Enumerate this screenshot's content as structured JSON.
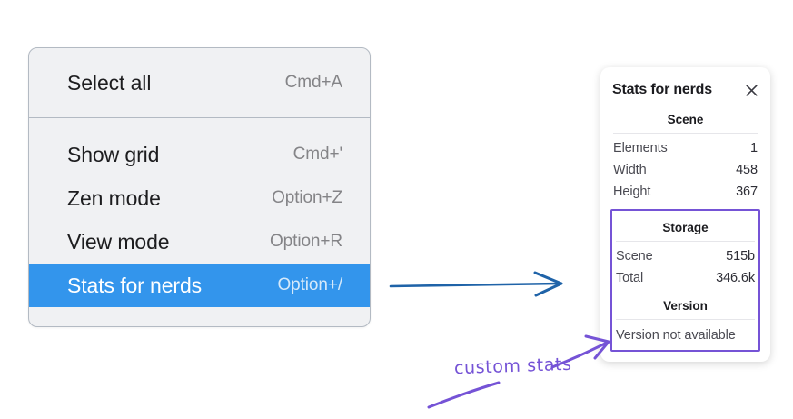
{
  "context_menu": {
    "name": "context-menu",
    "sections": [
      {
        "items": [
          {
            "label": "Select all",
            "shortcut": "Cmd+A",
            "selected": false
          }
        ]
      },
      {
        "items": [
          {
            "label": "Show grid",
            "shortcut": "Cmd+'",
            "selected": false
          },
          {
            "label": "Zen mode",
            "shortcut": "Option+Z",
            "selected": false
          },
          {
            "label": "View mode",
            "shortcut": "Option+R",
            "selected": false
          },
          {
            "label": "Stats for nerds",
            "shortcut": "Option+/",
            "selected": true
          }
        ]
      }
    ]
  },
  "stats_panel": {
    "title": "Stats for nerds",
    "close_icon": "close-icon",
    "scene": {
      "heading": "Scene",
      "rows": [
        {
          "label": "Elements",
          "value": "1"
        },
        {
          "label": "Width",
          "value": "458"
        },
        {
          "label": "Height",
          "value": "367"
        }
      ]
    },
    "storage": {
      "heading": "Storage",
      "rows": [
        {
          "label": "Scene",
          "value": "515b"
        },
        {
          "label": "Total",
          "value": "346.6k"
        }
      ]
    },
    "version": {
      "heading": "Version",
      "text": "Version not available"
    }
  },
  "annotations": {
    "arrow_blue": "arrow-right",
    "label": "custom stats",
    "arrow_purple": "arrow-up-right"
  },
  "colors": {
    "menu_bg": "#f0f1f3",
    "menu_border": "#b3bac3",
    "highlight": "#3395ec",
    "accent_purple": "#7553d6",
    "accent_blue": "#1f63a8"
  }
}
